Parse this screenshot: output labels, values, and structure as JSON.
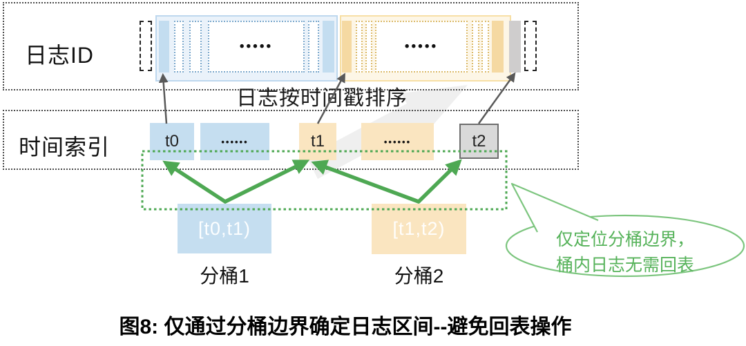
{
  "diagram": {
    "title_caption": "图8: 仅通过分桶边界确定日志区间--避免回表操作",
    "rows": {
      "log_id_label": "日志ID",
      "time_index_label": "时间索引"
    },
    "sort_note": "日志按时间戳排序",
    "log_row_dots": "•••••",
    "index_row_dots": "••••••",
    "time_points": {
      "t0": "t0",
      "t1": "t1",
      "t2": "t2"
    },
    "buckets": [
      {
        "range": "[t0,t1)",
        "label": "分桶1"
      },
      {
        "range": "[t1,t2)",
        "label": "分桶2"
      }
    ],
    "callout": {
      "line1": "仅定位分桶边界，",
      "line2": "桶内日志无需回表"
    },
    "colors": {
      "blue_fill": "#C5DEF0",
      "blue_container": "#EAF2FA",
      "orange_fill": "#FAE5C0",
      "orange_container": "#FDF6E6",
      "gray_fill": "#D9D9D9",
      "green_accent": "#4EA853",
      "green_callout": "#7CC57E",
      "arrow_gray": "#595959",
      "watermark_gray": "#EDEDED"
    }
  }
}
